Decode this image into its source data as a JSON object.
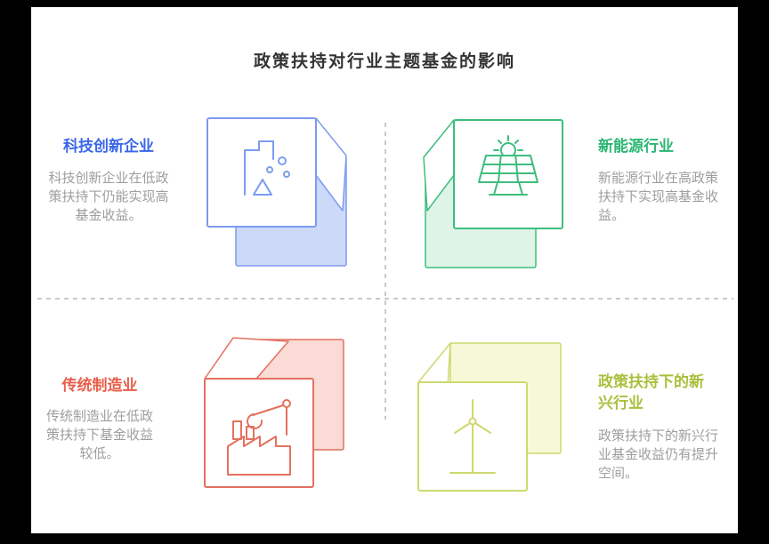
{
  "title": "政策扶持对行业主题基金的影响",
  "quadrants": [
    {
      "name": "tech-innovation",
      "heading": "科技创新企业",
      "body": "科技创新企业在低政策扶持下仍能实现高基金收益。",
      "icon": "building-icon",
      "accent_color": "#3a66e8",
      "stroke_color": "#7d9bf0",
      "fill_color": "#ccd9f8"
    },
    {
      "name": "new-energy",
      "heading": "新能源行业",
      "body": "新能源行业在高政策扶持下实现高基金收益。",
      "icon": "solar-panel-icon",
      "accent_color": "#2bb673",
      "stroke_color": "#3dbd7d",
      "fill_color": "#def4e7"
    },
    {
      "name": "traditional-manufacturing",
      "heading": "传统制造业",
      "body": "传统制造业在低政策扶持下基金收益较低。",
      "icon": "factory-crane-icon",
      "accent_color": "#e85d4a",
      "stroke_color": "#e4705f",
      "fill_color": "#fadbd6"
    },
    {
      "name": "policy-emerging",
      "heading": "政策扶持下的新兴行业",
      "body": "政策扶持下的新兴行业基金收益仍有提升空间。",
      "icon": "wind-turbine-icon",
      "accent_color": "#a9bf3c",
      "stroke_color": "#cdd96e",
      "fill_color": "#f5f9d8"
    }
  ],
  "colors": {
    "background": "#000000",
    "canvas": "#ffffff",
    "title": "#333333",
    "body_text": "#9e9e9e",
    "divider": "#c9c9c9"
  }
}
